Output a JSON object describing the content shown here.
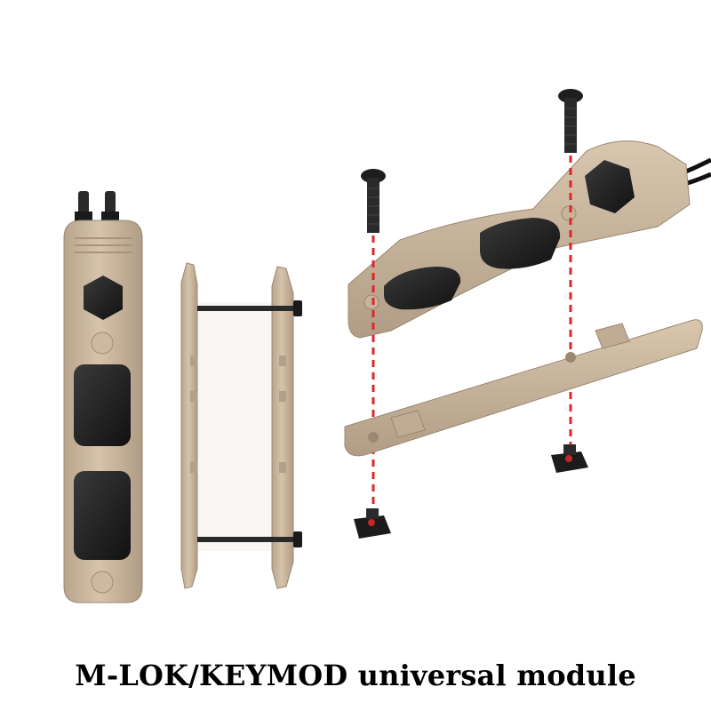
{
  "caption": "M-LOK/KEYMOD universal module",
  "colors": {
    "housing_tan": "#c9b49c",
    "housing_shadow": "#a9957e",
    "button_black": "#1c1c1c",
    "screw_black": "#222222",
    "guide_line_red": "#e0242a",
    "background": "#ffffff"
  },
  "parts": {
    "front_view": "pressure-switch-front",
    "side_view": "pressure-switch-side-with-screws",
    "exploded_view": "pressure-switch-exploded-with-mount-plate"
  }
}
